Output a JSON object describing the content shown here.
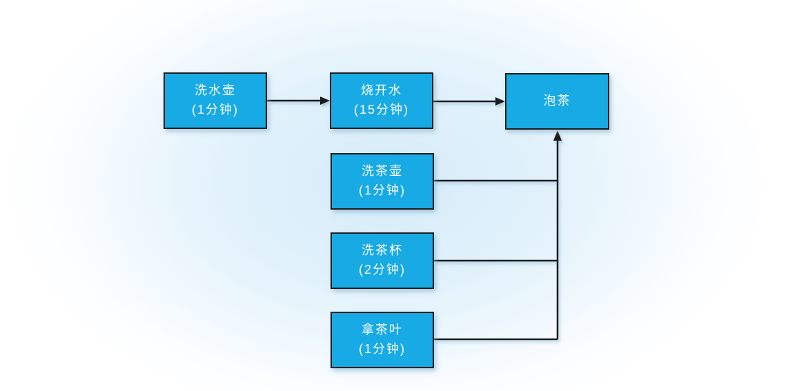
{
  "diagram": {
    "type": "flowchart",
    "description": "tea-brewing-process",
    "colors": {
      "node_fill": "#17aae4",
      "node_border": "#1d1d1d",
      "node_text": "#ffffff",
      "connector": "#1c1c1c",
      "background_center": "#d6ecfa",
      "background_edge": "#ffffff"
    },
    "nodes": [
      {
        "id": "wash-kettle",
        "line1": "洗水壶",
        "line2": "(1分钟)"
      },
      {
        "id": "boil-water",
        "line1": "烧开水",
        "line2": "(15分钟)"
      },
      {
        "id": "brew-tea",
        "line1": "泡茶",
        "line2": ""
      },
      {
        "id": "wash-teapot",
        "line1": "洗茶壶",
        "line2": "(1分钟)"
      },
      {
        "id": "wash-teacup",
        "line1": "洗茶杯",
        "line2": "(2分钟)"
      },
      {
        "id": "get-tea-leaves",
        "line1": "拿茶叶",
        "line2": "(1分钟)"
      }
    ],
    "edges": [
      {
        "from": "洗水壶",
        "to": "烧开水"
      },
      {
        "from": "烧开水",
        "to": "泡茶"
      },
      {
        "from": "洗茶壶",
        "to": "泡茶"
      },
      {
        "from": "洗茶杯",
        "to": "泡茶"
      },
      {
        "from": "拿茶叶",
        "to": "泡茶"
      }
    ]
  }
}
